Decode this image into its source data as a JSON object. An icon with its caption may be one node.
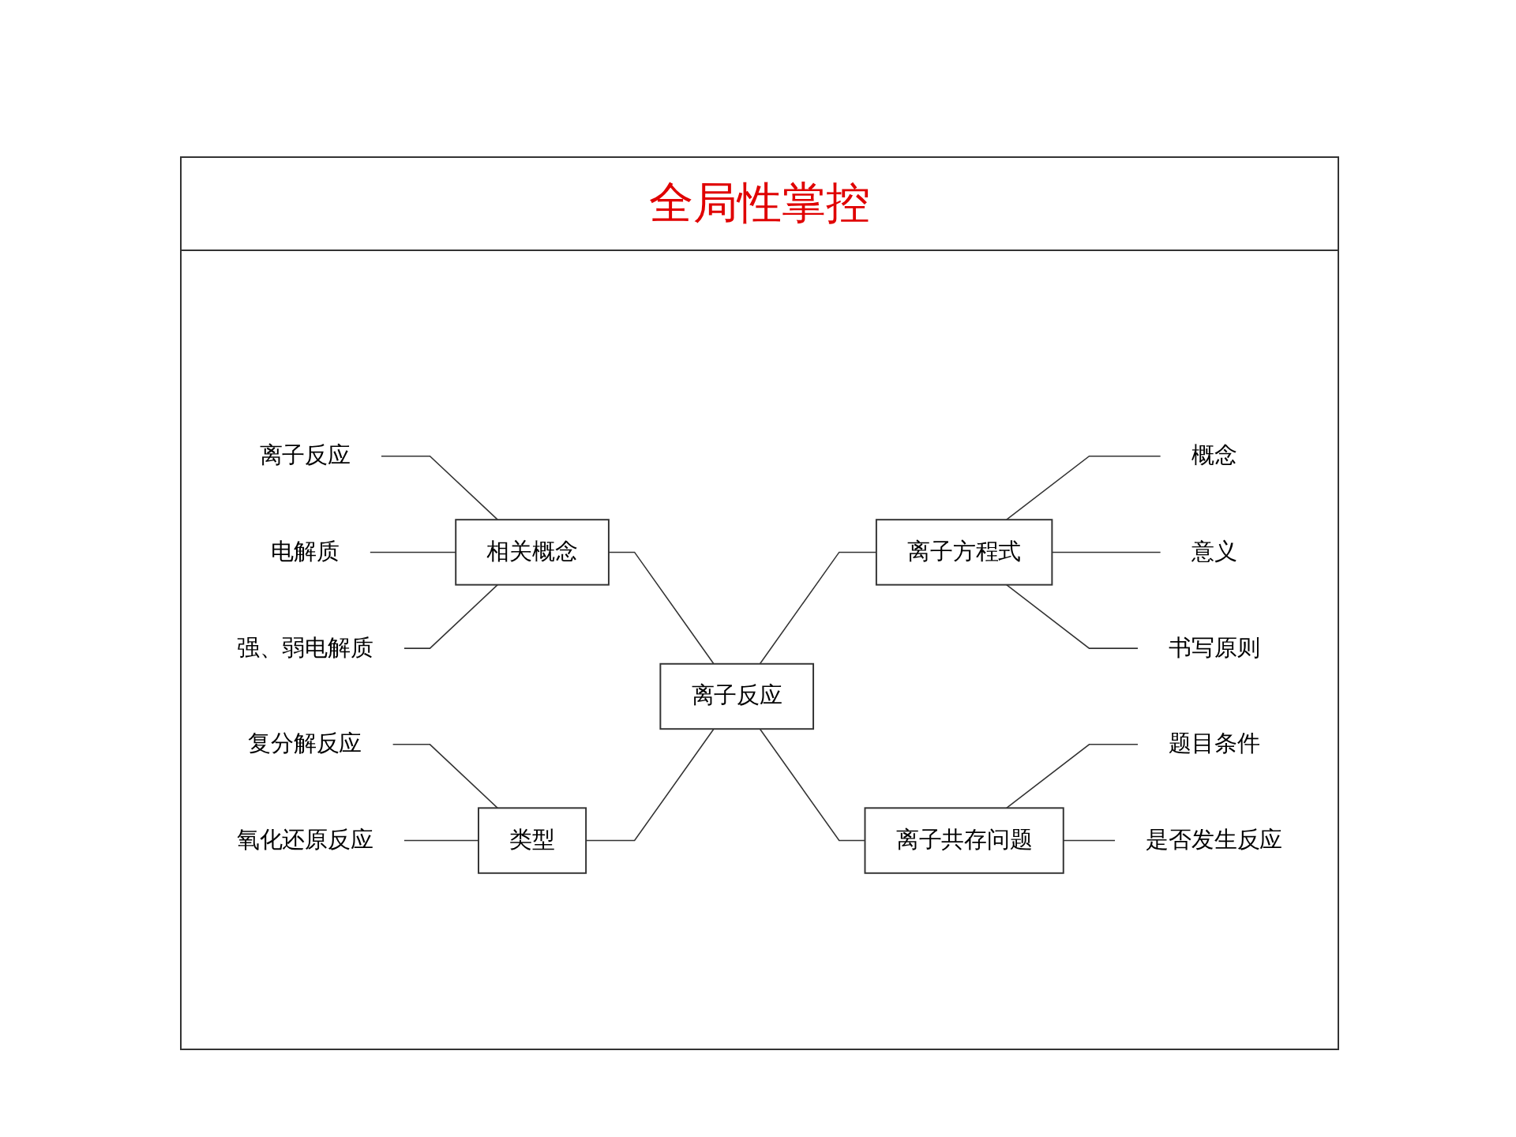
{
  "diagram": {
    "title": "全局性掌控",
    "nodes": [
      {
        "text": [
          "离子反应"
        ]
      },
      {
        "text": [
          "相关概念"
        ]
      },
      {
        "text": [
          "离子方程式"
        ]
      },
      {
        "text": [
          "类型"
        ]
      },
      {
        "text": [
          "离子共存问题"
        ]
      },
      {
        "text": [
          "离子反应"
        ]
      },
      {
        "text": [
          "电解质"
        ]
      },
      {
        "text": [
          "强、弱电解质"
        ]
      },
      {
        "text": [
          "概念"
        ]
      },
      {
        "text": [
          "意义"
        ]
      },
      {
        "text": [
          "书写原则"
        ]
      },
      {
        "text": [
          "复分解反应"
        ]
      },
      {
        "text": [
          "氧化还原反应"
        ]
      },
      {
        "text": [
          "题目条件"
        ]
      },
      {
        "text": [
          "是否发生反应"
        ]
      }
    ],
    "edges": [
      {
        "from": 5,
        "to": 1,
        "arrow": "none"
      },
      {
        "from": 6,
        "to": 1,
        "arrow": "none"
      },
      {
        "from": 7,
        "to": 1,
        "arrow": "none"
      },
      {
        "from": 1,
        "to": 0,
        "arrow": "none"
      },
      {
        "from": 0,
        "to": 2,
        "arrow": "none"
      },
      {
        "from": 2,
        "to": 8,
        "arrow": "none"
      },
      {
        "from": 2,
        "to": 9,
        "arrow": "none"
      },
      {
        "from": 2,
        "to": 10,
        "arrow": "none"
      },
      {
        "from": 11,
        "to": 3,
        "arrow": "none"
      },
      {
        "from": 12,
        "to": 3,
        "arrow": "none"
      },
      {
        "from": 3,
        "to": 0,
        "arrow": "none"
      },
      {
        "from": 0,
        "to": 4,
        "arrow": "none"
      },
      {
        "from": 4,
        "to": 13,
        "arrow": "none"
      },
      {
        "from": 4,
        "to": 14,
        "arrow": "none"
      }
    ]
  }
}
